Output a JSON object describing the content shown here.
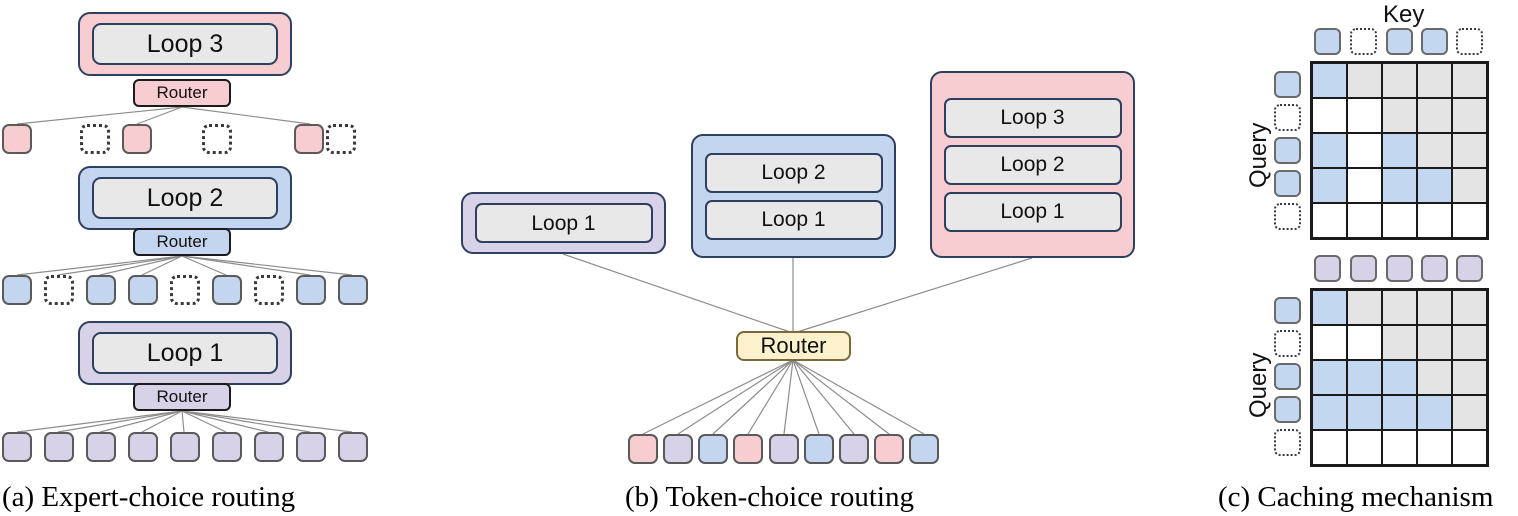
{
  "figure": {
    "panels": [
      {
        "id": "a",
        "caption": "(a) Expert-choice routing",
        "loops": [
          {
            "label": "Loop 3",
            "color_name": "pink"
          },
          {
            "label": "Loop 2",
            "color_name": "blue"
          },
          {
            "label": "Loop 1",
            "color_name": "purple"
          }
        ],
        "routers": [
          {
            "label": "Router",
            "color_name": "pink"
          },
          {
            "label": "Router",
            "color_name": "blue"
          },
          {
            "label": "Router",
            "color_name": "purple"
          }
        ],
        "token_rows": [
          {
            "name": "pink-token-row",
            "tokens": [
              "filled",
              "dotted",
              "filled",
              "dotted",
              "filled",
              "dotted"
            ]
          },
          {
            "name": "blue-token-row",
            "tokens": [
              "filled",
              "dotted",
              "filled",
              "filled",
              "dotted",
              "filled",
              "dotted",
              "filled",
              "filled"
            ]
          },
          {
            "name": "purple-token-row",
            "tokens": [
              "filled",
              "filled",
              "filled",
              "filled",
              "filled",
              "filled",
              "filled",
              "filled",
              "filled"
            ]
          }
        ]
      },
      {
        "id": "b",
        "caption": "(b) Token-choice routing",
        "experts": [
          {
            "name": "expert-purple",
            "color_name": "purple",
            "loops": [
              "Loop 1"
            ]
          },
          {
            "name": "expert-blue",
            "color_name": "blue",
            "loops": [
              "Loop 2",
              "Loop 1"
            ]
          },
          {
            "name": "expert-pink",
            "color_name": "pink",
            "loops": [
              "Loop 3",
              "Loop 2",
              "Loop 1"
            ]
          }
        ],
        "router": {
          "label": "Router",
          "color_name": "yellow"
        },
        "tokens": [
          "pink",
          "purple",
          "blue",
          "pink",
          "purple",
          "blue",
          "purple",
          "pink",
          "blue"
        ]
      },
      {
        "id": "c",
        "caption": "(c) Caching mechanism",
        "axis": {
          "key": "Key",
          "query": "Query"
        },
        "matrices": [
          {
            "name": "matrix-top",
            "key_tokens": [
              "blue-filled",
              "dotted",
              "blue-filled",
              "blue-filled",
              "dotted"
            ],
            "query_tokens": [
              "blue-filled",
              "dotted",
              "blue-filled",
              "blue-filled",
              "dotted"
            ],
            "cells": [
              [
                "blue",
                "gray",
                "gray",
                "gray",
                "gray"
              ],
              [
                "white",
                "white",
                "gray",
                "gray",
                "gray"
              ],
              [
                "blue",
                "white",
                "blue",
                "gray",
                "gray"
              ],
              [
                "blue",
                "white",
                "blue",
                "blue",
                "gray"
              ],
              [
                "white",
                "white",
                "white",
                "white",
                "white"
              ]
            ]
          },
          {
            "name": "matrix-bottom",
            "key_tokens": [
              "purple-filled",
              "purple-filled",
              "purple-filled",
              "purple-filled",
              "purple-filled"
            ],
            "query_tokens": [
              "blue-filled",
              "dotted",
              "blue-filled",
              "blue-filled",
              "dotted"
            ],
            "cells": [
              [
                "blue",
                "gray",
                "gray",
                "gray",
                "gray"
              ],
              [
                "white",
                "white",
                "gray",
                "gray",
                "gray"
              ],
              [
                "blue",
                "blue",
                "blue",
                "gray",
                "gray"
              ],
              [
                "blue",
                "blue",
                "blue",
                "blue",
                "gray"
              ],
              [
                "white",
                "white",
                "white",
                "white",
                "white"
              ]
            ]
          }
        ]
      }
    ],
    "colors": {
      "pink_fill": "#f7cdd2",
      "blue_fill": "#c3d5ef",
      "purple_fill": "#d8d2e8",
      "yellow_fill": "#fdf1cd",
      "gray_fill": "#e8e8e8",
      "cell_blue": "#c3d7f0",
      "cell_gray": "#e4e4e4",
      "outline_dark": "#2f3f5f",
      "outline_token": "#5a5a5a",
      "line": "#8d8d8d"
    }
  }
}
